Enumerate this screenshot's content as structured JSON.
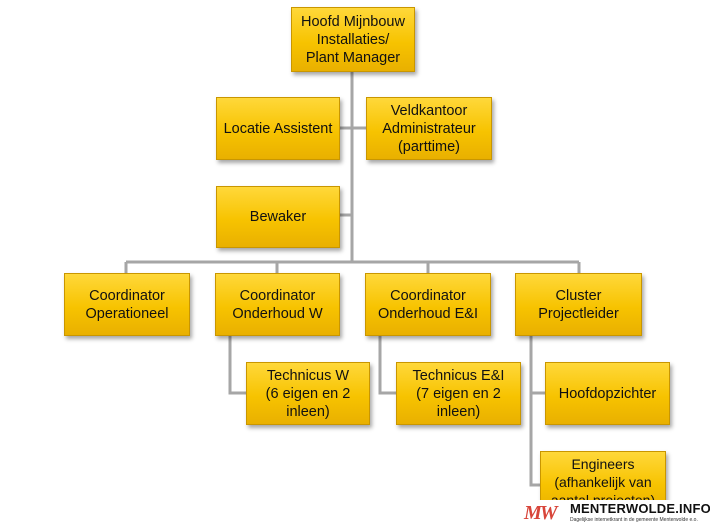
{
  "boxes": {
    "plant_manager": "Hoofd Mijnbouw\nInstallaties/\nPlant Manager",
    "locatie_assistent": "Locatie Assistent",
    "veldkantoor": "Veldkantoor\nAdministrateur\n(parttime)",
    "bewaker": "Bewaker",
    "coord_operationeel": "Coordinator\nOperationeel",
    "coord_onderhoud_w": "Coordinator\nOnderhoud W",
    "coord_onderhoud_ei": "Coordinator\nOnderhoud E&I",
    "cluster_projectleider": "Cluster\nProjectleider",
    "technicus_w": "Technicus W\n(6 eigen en 2\ninleen)",
    "technicus_ei": "Technicus E&I\n(7 eigen en 2\ninleen)",
    "hoofdopzichter": "Hoofdopzichter",
    "engineers": "Engineers\n(afhankelijk van\naantal projecten)"
  },
  "colors": {
    "box_fill": "#f7c300",
    "box_border": "#c99600",
    "connector": "#a6a6a6"
  },
  "watermark": {
    "logo": "MW",
    "title": "MENTERWOLDE.INFO",
    "subtitle": "Dagelijkse internetkrant in de gemeente Menterwolde e.o."
  }
}
